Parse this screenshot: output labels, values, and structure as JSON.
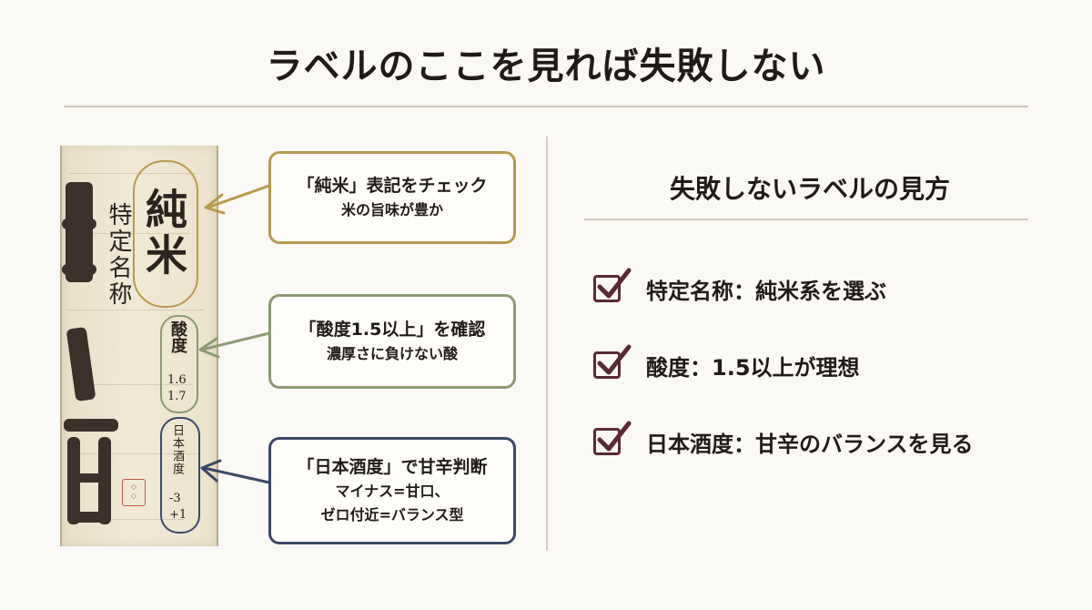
{
  "title": "ラベルのここを見れば失敗しない",
  "label": {
    "junmai": "純米",
    "tokutei": "特定名称",
    "acidity_label": "酸度",
    "acidity_values": [
      "1.6",
      "1.7"
    ],
    "nihonshudo_label": "日本酒度",
    "nihonshudo_values": [
      "-3",
      "+1"
    ]
  },
  "callouts": [
    {
      "head": "「純米」表記をチェック",
      "lines": [
        "米の旨味が豊か"
      ],
      "color": "#b89a4f"
    },
    {
      "head": "「酸度1.5以上」を確認",
      "lines": [
        "濃厚さに負けない酸"
      ],
      "color": "#8c9a73"
    },
    {
      "head": "「日本酒度」で甘辛判断",
      "lines": [
        "マイナス=甘口、",
        "ゼロ付近=バランス型"
      ],
      "color": "#3b4868"
    }
  ],
  "checklist": {
    "heading": "失敗しないラベルの見方",
    "items": [
      {
        "text": "特定名称：純米系を選ぶ",
        "icon": "check-box-icon"
      },
      {
        "text": "酸度：1.5以上が理想",
        "icon": "check-box-icon"
      },
      {
        "text": "日本酒度：甘辛のバランスを見る",
        "icon": "check-box-icon"
      }
    ]
  },
  "colors": {
    "accent_gold": "#b89a4f",
    "accent_green": "#8c9a73",
    "accent_navy": "#3b4868",
    "check": "#5a2a33"
  }
}
